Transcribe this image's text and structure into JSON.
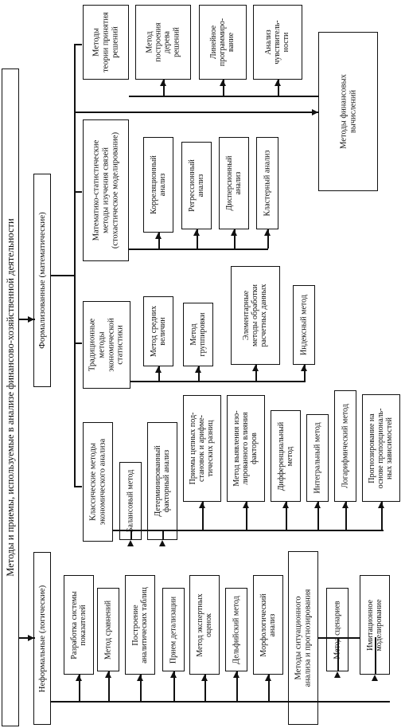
{
  "root": {
    "label": "Методы и приемы, используемые в анализе финансово-хозяйственной деятельности"
  },
  "informal": {
    "label": "Неформальные (логические)",
    "items": [
      "Разработка системы\nпоказателей",
      "Метод сравнений",
      "Построение\nаналитических таблиц",
      "Прием детализации",
      "Метод экспертных\nоценок",
      "Дельфийский метод",
      "Морфологический\nанализ"
    ],
    "situational": {
      "label": "Методы ситуационного\nанализа и прогнозирования",
      "items": [
        "Метод сценариев",
        "Имитационное\nмоделирование"
      ]
    }
  },
  "formal": {
    "label": "Формализованные (математические)",
    "classical": {
      "label": "Классические методы\nэкономического анализа",
      "items": [
        "Балансовый метод",
        "Детерминированный\nфакторный анализ",
        "Приемы цепных под-\nстановок и арифме-\nтических разниц",
        "Метод выявления изо-\nлированного влияния\nфакторов",
        "Дифференциальный\nметод",
        "Интегральный метод",
        "Логарифмический метод",
        "Прогнозирование на\nоснове пропорциональ-\nных зависимостей"
      ]
    },
    "traditional": {
      "label": "Традиционные\nметоды\nэкономической\nстатистики",
      "items": [
        "Метод средних\nвеличин",
        "Метод\nгруппировки",
        "Элементарные\nметоды обработки\nрасчетных данных",
        "Индексный метод"
      ]
    },
    "mathstat": {
      "label": "Математико-статистические\nметоды изучения связей\n(стохастическое моделирование)",
      "items": [
        "Корреляционный\nанализ",
        "Регрессионный\nанализ",
        "Дисперсионный\nанализ",
        "Кластерный анализ"
      ]
    },
    "decision": {
      "label": "Методы\nтеории принятия\nрешений",
      "items": [
        "Метод\nпостроения\nдерева\nрешений",
        "Линейное\nпрограммиро-\nвание",
        "Анализ\nчувствитель-\nности"
      ]
    },
    "financial": {
      "label": "Методы финансовых\nвычислений"
    }
  }
}
